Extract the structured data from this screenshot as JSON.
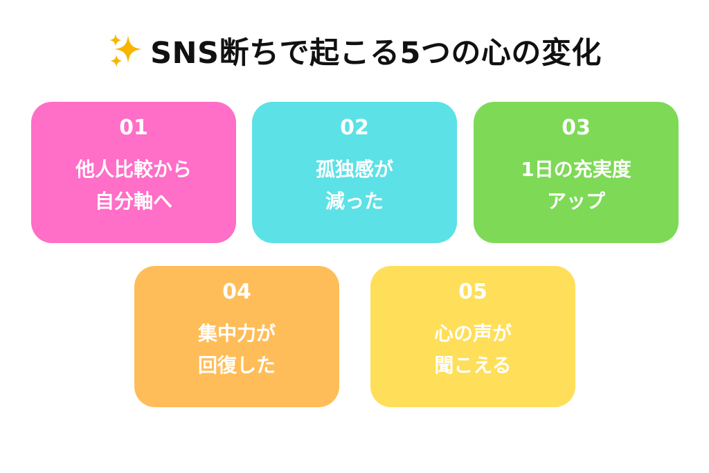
{
  "title": {
    "text": "SNS断ちで起こる5つの心の変化",
    "icon": "sparkles-icon",
    "icon_color": "#F7B500"
  },
  "cards": [
    {
      "number": "01",
      "line1": "他人比較から",
      "line2": "自分軸へ",
      "color": "#FF6EC7"
    },
    {
      "number": "02",
      "line1": "孤独感が",
      "line2": "減った",
      "color": "#5CE1E6"
    },
    {
      "number": "03",
      "line1": "1日の充実度",
      "line2": "アップ",
      "color": "#7ED957"
    },
    {
      "number": "04",
      "line1": "集中力が",
      "line2": "回復した",
      "color": "#FFBD59"
    },
    {
      "number": "05",
      "line1": "心の声が",
      "line2": "聞こえる",
      "color": "#FFDE59"
    }
  ]
}
